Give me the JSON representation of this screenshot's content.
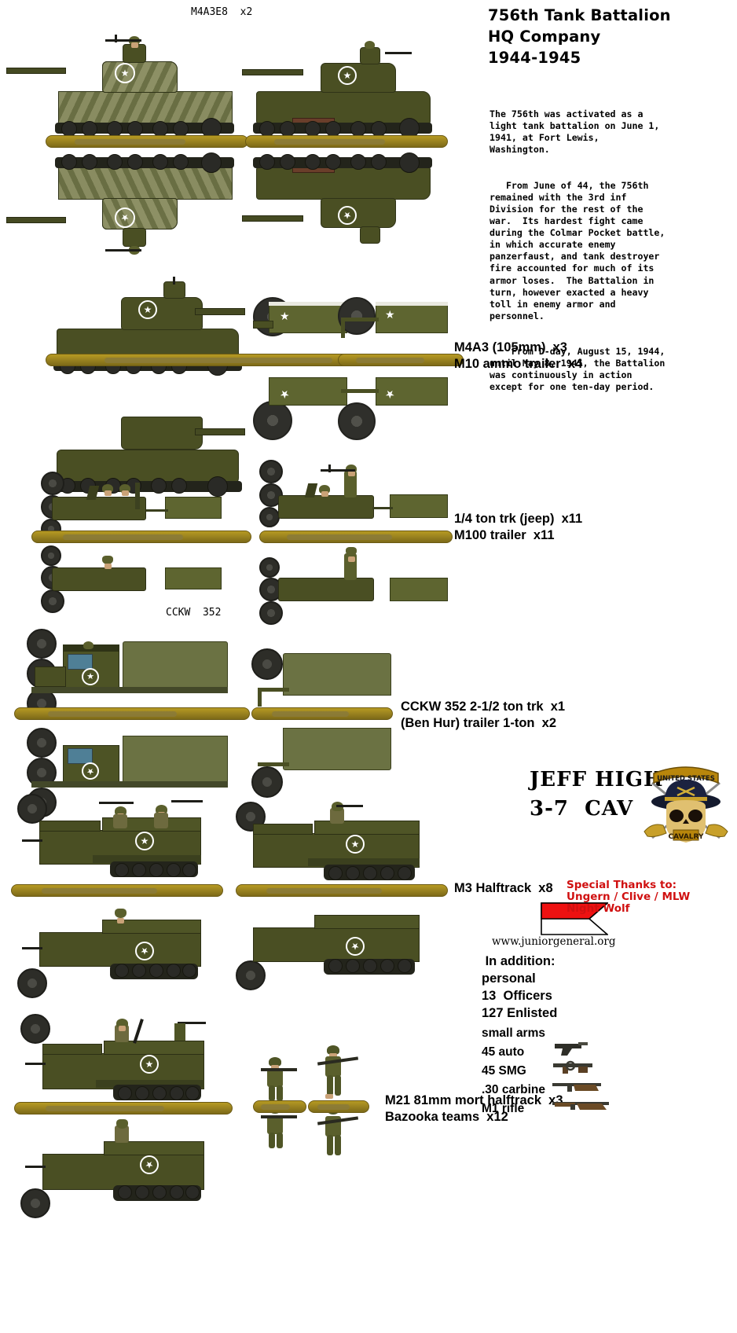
{
  "title": {
    "line1": "756th Tank Battalion",
    "line2": "HQ Company",
    "line3": "1944-1945"
  },
  "description": {
    "paragraph1": "The 756th was activated as a\nlight tank battalion on June 1,\n1941, at Fort Lewis,\nWashington.",
    "paragraph2": "   From June of 44, the 756th\nremained with the 3rd inf\nDivision for the rest of the\nwar.  Its hardest fight came\nduring the Colmar Pocket battle,\nin which accurate enemy\npanzerfaust, and tank destroyer\nfire accounted for much of its\narmor loses.  The Battalion in\nturn, however exacted a heavy\ntoll in enemy armor and\npersonnel.",
    "paragraph3": "    From D-day, August 15, 1944,\nuntil May 8, 1945, the Battalion\nwas continuously in action\nexcept for one ten-day period."
  },
  "vehicle_labels": {
    "m4a3e8_top": "M4A3E8  x2",
    "cckw_top": "CCKW  352",
    "m4a3_105": "M4A3 (105mm)  x3",
    "m10_trailer": "M10 ammo trailer  x4",
    "jeep": "1/4 ton trk (jeep)  x11",
    "m100_trailer": "M100 trailer  x11",
    "cckw_352": "CCKW 352 2-1/2 ton trk  x1",
    "ben_hur": "(Ben Hur) trailer 1-ton  x2",
    "m3_halftrack": "M3 Halftrack  x8",
    "m21_mortar": "M21 81mm mort halftrack  x3",
    "bazooka": "Bazooka teams  x12"
  },
  "credits": {
    "name_line1": "JEFF HIGH",
    "name_line2": "3-7  CAV",
    "url": "www.juniorgeneral.org",
    "thanks_line1": "Special Thanks to:",
    "thanks_line2": "Ungern / Clive / MLW",
    "thanks_line3": "Night Wolf",
    "thanks_color": "#d01010",
    "insignia_banner": "UNITED STATES",
    "insignia_word": "CAVALRY"
  },
  "personnel": {
    "heading": " In addition:",
    "line1": "personal",
    "line2": "13  Officers",
    "line3": "127 Enlisted"
  },
  "small_arms": {
    "heading": "small arms",
    "items": [
      {
        "label": "45 auto",
        "icon": "pistol-icon"
      },
      {
        "label": "45 SMG",
        "icon": "submachinegun-icon"
      },
      {
        "label": ".30 carbine",
        "icon": "carbine-icon"
      },
      {
        "label": "M1 rifle",
        "icon": "rifle-icon"
      }
    ]
  },
  "colors": {
    "olive_drab": "#4a4f23",
    "olive_light": "#5a6029",
    "camo_light": "#8d9065",
    "bar_gold": "#9c8420",
    "track_dark": "#2a2a26",
    "red": "#d01010",
    "white": "#ffffff",
    "black": "#000000"
  }
}
